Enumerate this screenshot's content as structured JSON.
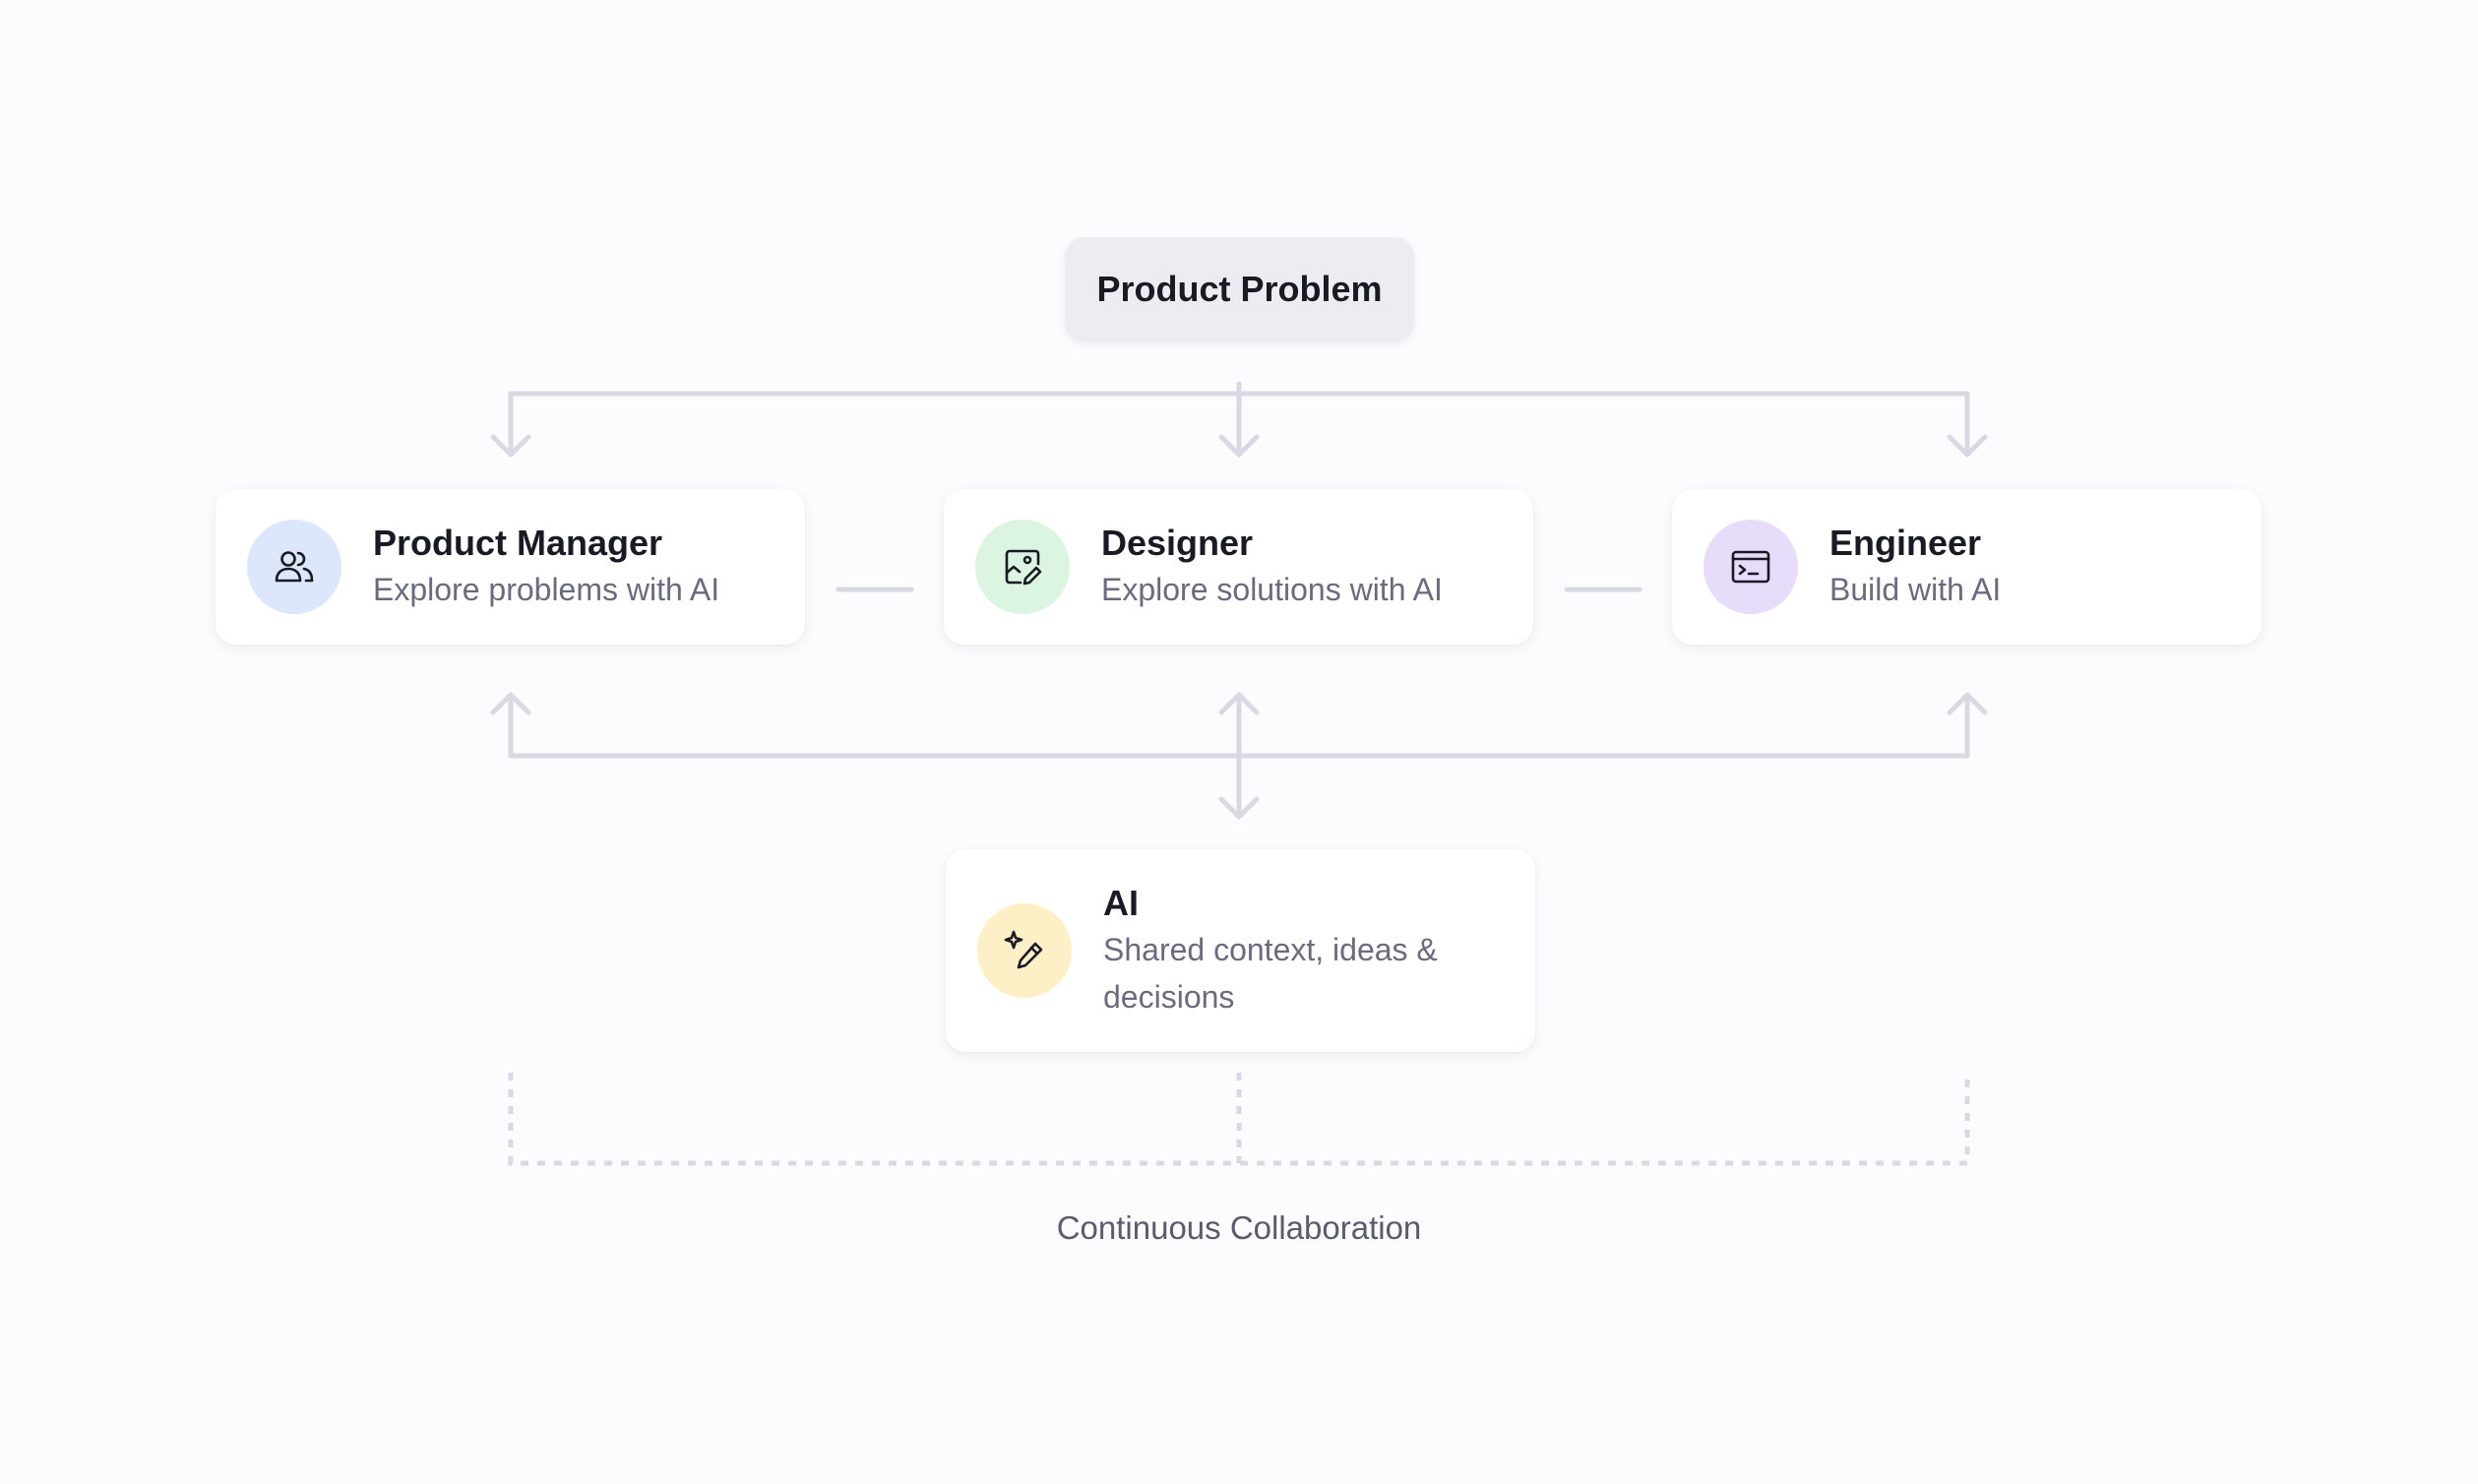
{
  "diagram": {
    "top_node": {
      "label": "Product Problem"
    },
    "roles": [
      {
        "title": "Product Manager",
        "subtitle": "Explore problems with AI",
        "icon": "users-icon",
        "icon_bg": "#dde7fb"
      },
      {
        "title": "Designer",
        "subtitle": "Explore solutions with AI",
        "icon": "image-edit-icon",
        "icon_bg": "#dcf4e2"
      },
      {
        "title": "Engineer",
        "subtitle": "Build with AI",
        "icon": "terminal-window-icon",
        "icon_bg": "#e7dcfa"
      }
    ],
    "ai_node": {
      "title": "AI",
      "subtitle": "Shared context, ideas & decisions",
      "icon": "sparkle-pen-icon",
      "icon_bg": "#fdf0c7"
    },
    "footer_label": "Continuous Collaboration",
    "colors": {
      "background": "#fcfcfe",
      "connector": "#d9d9e3",
      "title_text": "#1a1a24",
      "subtitle_text": "#6b6b80"
    }
  }
}
